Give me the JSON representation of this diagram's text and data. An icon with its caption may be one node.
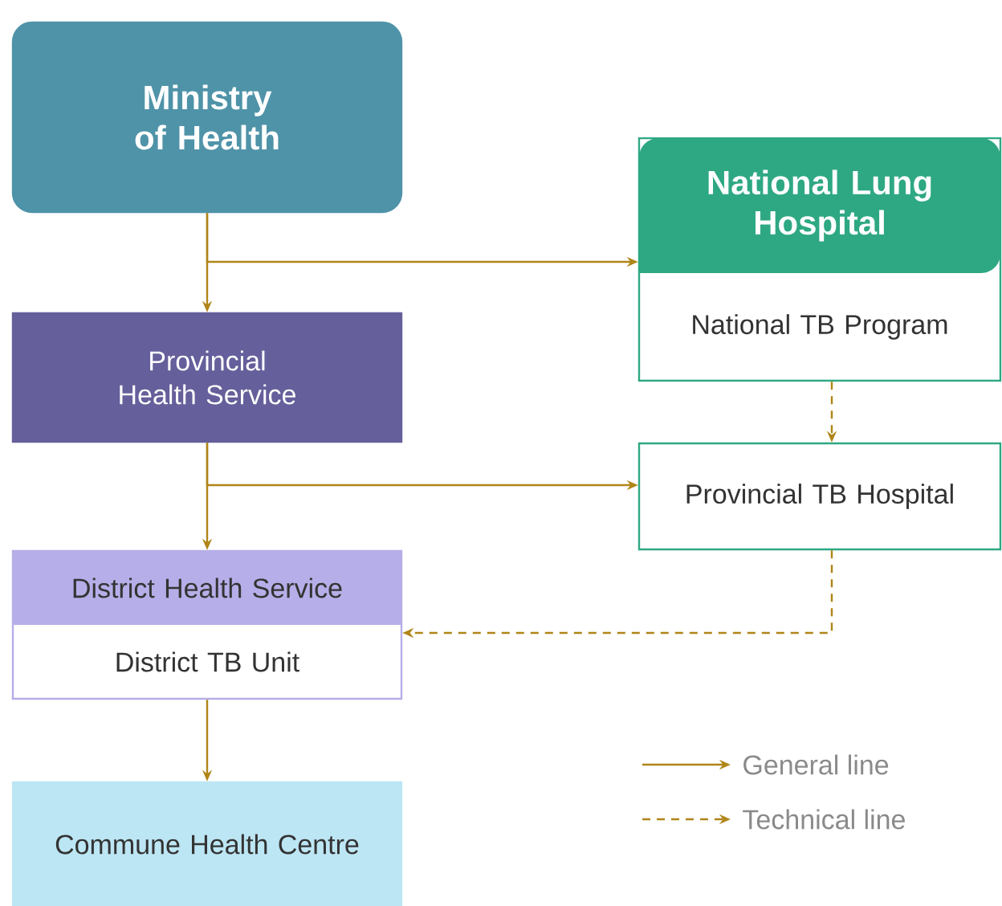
{
  "diagram": {
    "nodes": [
      {
        "text": [
          "Ministry of Health"
        ]
      },
      {
        "text": [
          "National Lung Hospital",
          "National TB Program"
        ]
      },
      {
        "text": [
          "Provincial Health Service"
        ]
      },
      {
        "text": [
          "Provincial TB Hospital"
        ]
      },
      {
        "text": [
          "District Health Service",
          "District TB Unit"
        ]
      },
      {
        "text": [
          "Commune Health Centre"
        ]
      }
    ],
    "edges": [
      {
        "from": 0,
        "to": 2,
        "arrow": "to"
      },
      {
        "from": 0,
        "to": 1,
        "arrow": "to"
      },
      {
        "from": 2,
        "to": 4,
        "arrow": "to"
      },
      {
        "from": 2,
        "to": 3,
        "arrow": "to"
      },
      {
        "from": 1,
        "to": 3,
        "arrow": "to",
        "style": "dashed"
      },
      {
        "from": 3,
        "to": 4,
        "arrow": "to",
        "style": "dashed"
      },
      {
        "from": 4,
        "to": 5,
        "arrow": "to"
      }
    ],
    "legend": [
      {
        "text": "General line"
      },
      {
        "text": "Technical line"
      }
    ]
  }
}
